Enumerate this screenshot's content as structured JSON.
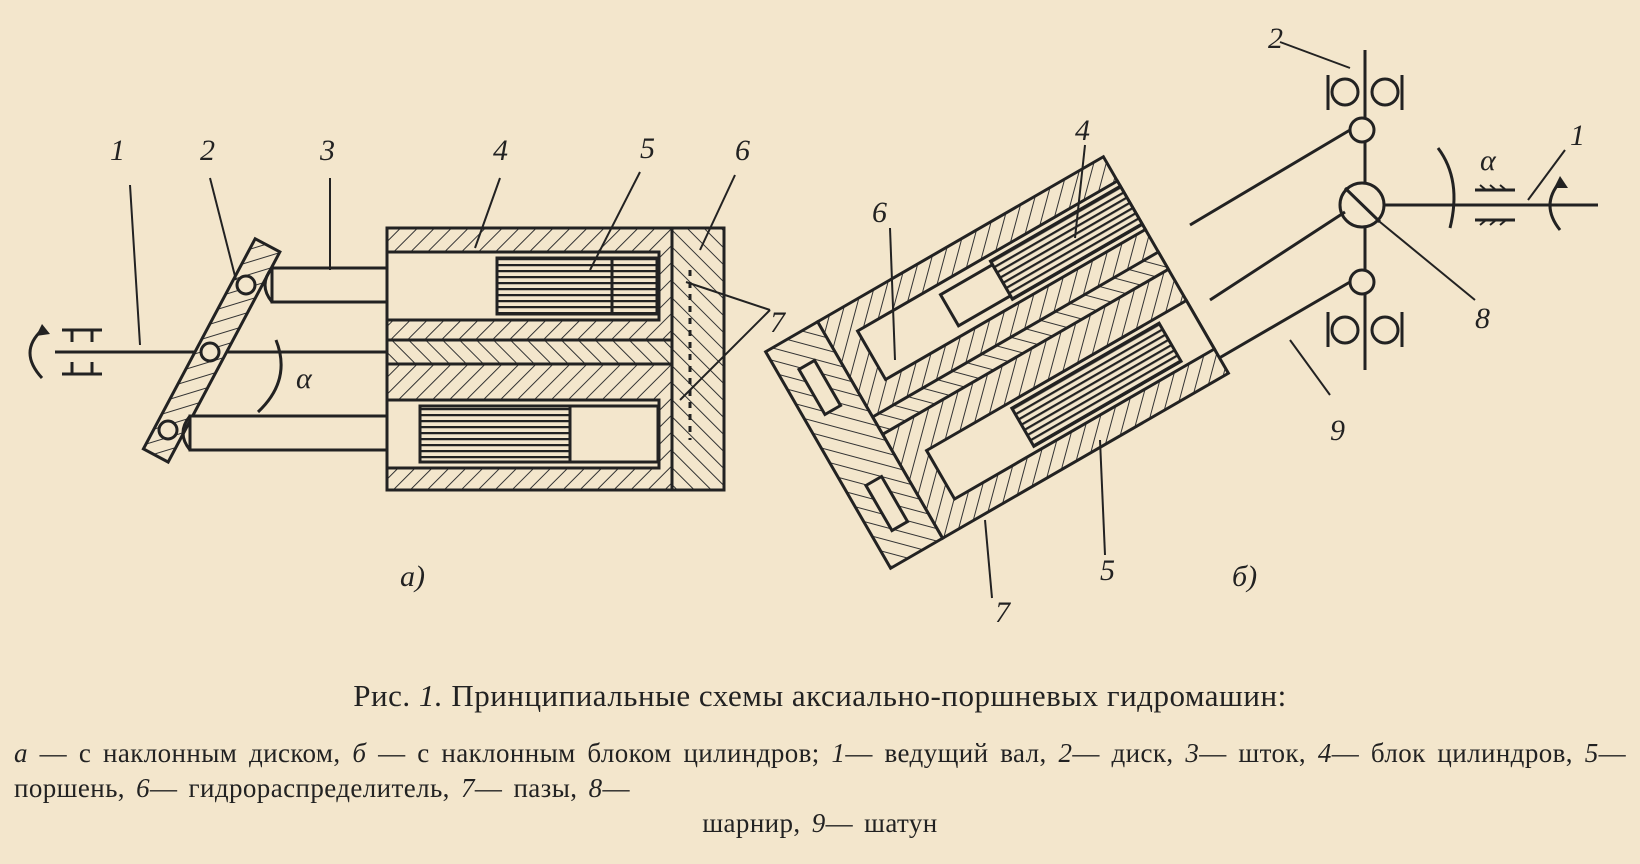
{
  "figure": {
    "label_a": "а)",
    "label_b": "б)",
    "alpha": "α",
    "callouts_a": [
      "1",
      "2",
      "3",
      "4",
      "5",
      "6",
      "7"
    ],
    "callouts_b": [
      "2",
      "4",
      "1",
      "6",
      "8",
      "9",
      "5",
      "7"
    ]
  },
  "caption": {
    "prefix": "Рис.",
    "number": "1.",
    "title": "Принципиальные схемы аксиально-поршневых гидромашин:"
  },
  "legend": {
    "a_key": "а",
    "a_text": " — с наклонным диском, ",
    "b_key": "б",
    "b_text": " — с наклонным блоком цилиндров; ",
    "k1": "1",
    "t1": "— ведущий вал, ",
    "k2": "2",
    "t2": "— диск, ",
    "k3": "3",
    "t3": "— шток, ",
    "k4": "4",
    "t4": "— блок цилиндров, ",
    "k5": "5",
    "t5": "— поршень, ",
    "k6": "6",
    "t6": "— гидрораспределитель, ",
    "k7": "7",
    "t7": "— пазы, ",
    "k8": "8",
    "t8": "—",
    "t8b": "шарнир, ",
    "k9": "9",
    "t9": "— шатун"
  }
}
